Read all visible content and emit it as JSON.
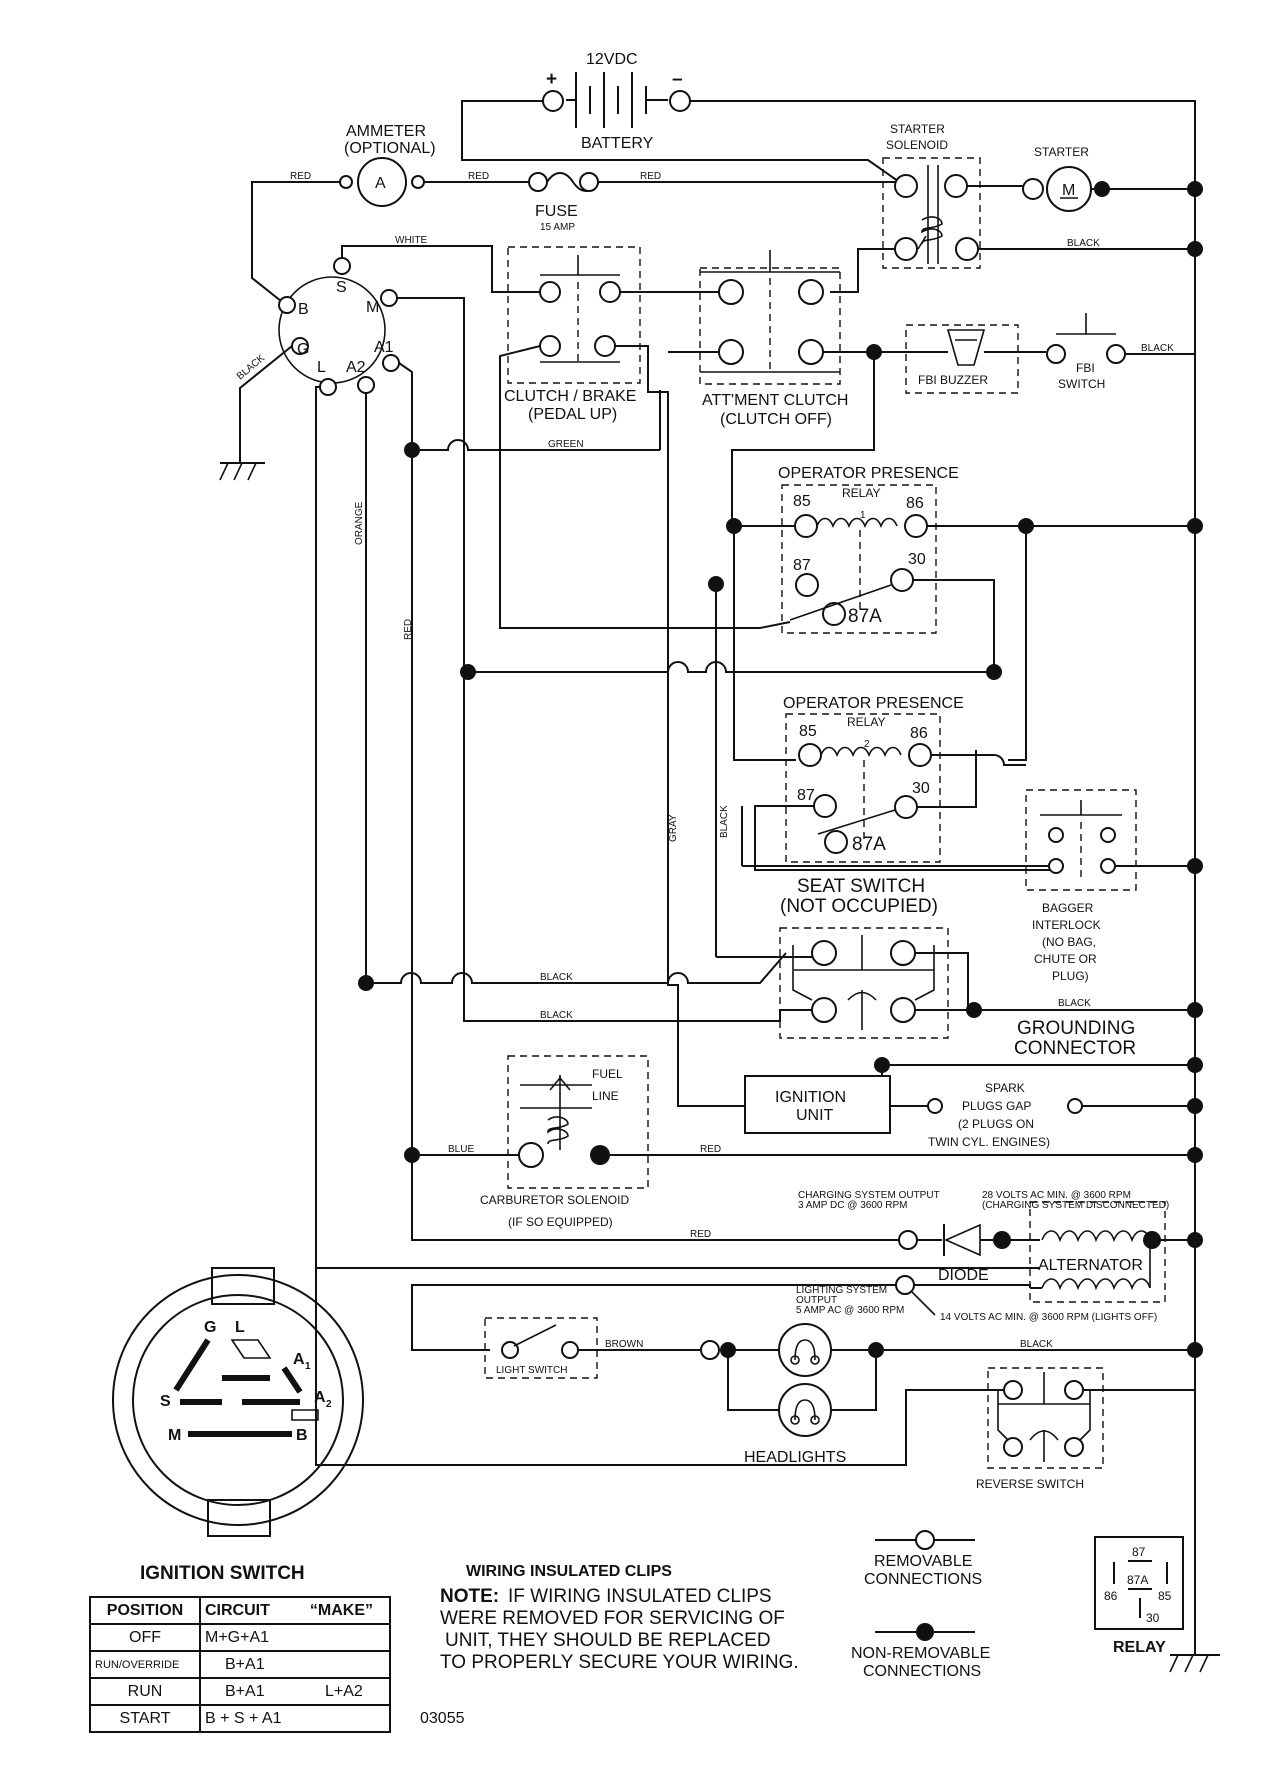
{
  "battery": {
    "voltage": "12VDC",
    "plus": "+",
    "minus": "–",
    "label": "BATTERY"
  },
  "ammeter": {
    "label": "AMMETER",
    "note": "(OPTIONAL)",
    "symbol": "A"
  },
  "fuse": {
    "label": "FUSE",
    "rating": "15 AMP"
  },
  "starter_solenoid": {
    "line1": "STARTER",
    "line2": "SOLENOID"
  },
  "starter": {
    "label": "STARTER",
    "symbol": "M"
  },
  "ignition_terminals": {
    "b": "B",
    "s": "S",
    "m": "M",
    "g": "G",
    "l": "L",
    "a1": "A1",
    "a2": "A2"
  },
  "wires": {
    "red": "RED",
    "white": "WHITE",
    "black": "BLACK",
    "green": "GREEN",
    "orange": "ORANGE",
    "gray": "GRAY",
    "blue": "BLUE",
    "brown": "BROWN"
  },
  "clutch_brake": {
    "line1": "CLUTCH / BRAKE",
    "line2": "(PEDAL UP)"
  },
  "attment_clutch": {
    "line1": "ATT'MENT CLUTCH",
    "line2": "(CLUTCH OFF)"
  },
  "fbi_buzzer": {
    "label": "FBI BUZZER"
  },
  "fbi_switch": {
    "line1": "FBI",
    "line2": "SWITCH"
  },
  "relay1": {
    "title": "OPERATOR PRESENCE",
    "sub": "RELAY",
    "num": "1",
    "p85": "85",
    "p86": "86",
    "p87": "87",
    "p30": "30",
    "p87a": "87A"
  },
  "relay2": {
    "title": "OPERATOR PRESENCE",
    "sub": "RELAY",
    "num": "2",
    "p85": "85",
    "p86": "86",
    "p87": "87",
    "p30": "30",
    "p87a": "87A"
  },
  "seat_switch": {
    "line1": "SEAT SWITCH",
    "line2": "(NOT OCCUPIED)"
  },
  "bagger": {
    "line1": "BAGGER",
    "line2": "INTERLOCK",
    "line3": "(NO BAG,",
    "line4": "CHUTE OR",
    "line5": "PLUG)"
  },
  "grounding": {
    "line1": "GROUNDING",
    "line2": "CONNECTOR"
  },
  "ignition_unit": {
    "line1": "IGNITION",
    "line2": "UNIT"
  },
  "spark": {
    "line1": "SPARK",
    "line2": "PLUGS GAP",
    "line3": "(2 PLUGS ON",
    "line4": "TWIN CYL. ENGINES)"
  },
  "fuel_line": {
    "line1": "FUEL",
    "line2": "LINE"
  },
  "carb": {
    "line1": "CARBURETOR SOLENOID",
    "line2": "(IF SO EQUIPPED)"
  },
  "charging": {
    "out1": "CHARGING SYSTEM OUTPUT",
    "out2": "3 AMP DC @ 3600 RPM",
    "volts1": "28 VOLTS AC MIN. @ 3600 RPM",
    "volts2": "(CHARGING SYSTEM DISCONNECTED)",
    "diode": "DIODE",
    "alternator": "ALTERNATOR"
  },
  "lighting": {
    "line1": "LIGHTING SYSTEM",
    "line2": "OUTPUT",
    "line3": "5 AMP AC @ 3600 RPM",
    "volts": "14 VOLTS AC MIN. @ 3600 RPM (LIGHTS OFF)"
  },
  "light_switch": {
    "label": "LIGHT SWITCH"
  },
  "headlights": {
    "label": "HEADLIGHTS"
  },
  "reverse_switch": {
    "label": "REVERSE SWITCH"
  },
  "ignition_switch": {
    "title": "IGNITION SWITCH",
    "g": "G",
    "l": "L",
    "a1": "A",
    "a1sub": "1",
    "s": "S",
    "a2": "A",
    "a2sub": "2",
    "m": "M",
    "b": "B"
  },
  "table": {
    "headers": {
      "position": "POSITION",
      "circuit": "CIRCUIT",
      "make": "“MAKE”"
    },
    "rows": [
      {
        "position": "OFF",
        "circuit": "M+G+A1",
        "extra": ""
      },
      {
        "position": "RUN/OVERRIDE",
        "circuit": "B+A1",
        "extra": ""
      },
      {
        "position": "RUN",
        "circuit": "B+A1",
        "extra": "L+A2"
      },
      {
        "position": "START",
        "circuit": "B + S + A1",
        "extra": ""
      }
    ]
  },
  "clips": {
    "title": "WIRING INSULATED CLIPS",
    "note_label": "NOTE:",
    "line1": "IF WIRING INSULATED CLIPS",
    "line2": "WERE REMOVED FOR SERVICING OF",
    "line3": "UNIT, THEY SHOULD BE REPLACED",
    "line4": "TO PROPERLY SECURE YOUR WIRING."
  },
  "legend": {
    "removable1": "REMOVABLE",
    "removable2": "CONNECTIONS",
    "nonremovable1": "NON-REMOVABLE",
    "nonremovable2": "CONNECTIONS"
  },
  "relay_legend": {
    "title": "RELAY",
    "p87": "87",
    "p87a": "87A",
    "p86": "86",
    "p85": "85",
    "p30": "30"
  },
  "doc_number": "03055"
}
